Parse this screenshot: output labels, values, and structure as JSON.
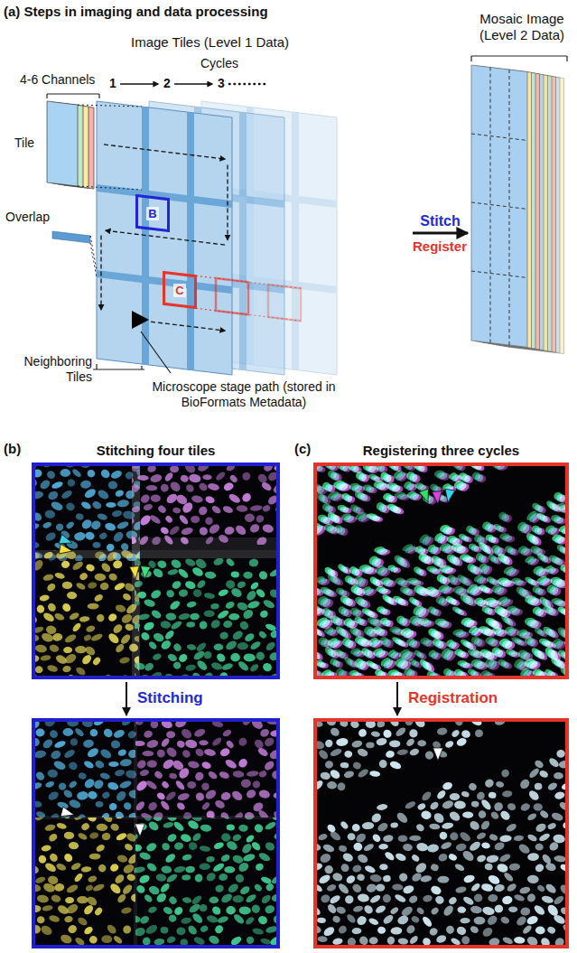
{
  "diagram": {
    "nodes": [
      {
        "text": [
          "Image Tiles (Level 1 Data)"
        ]
      },
      {
        "text": [
          "B"
        ],
        "in": 0
      },
      {
        "text": [
          "C"
        ],
        "in": 0
      },
      {
        "text": [
          "Mosaic Image (Level 2 Data)"
        ]
      },
      {
        "text": [
          "Stitching four tiles"
        ]
      },
      {
        "text": []
      },
      {
        "text": [
          "Registering three cycles"
        ]
      },
      {
        "text": []
      }
    ],
    "edges": [
      {
        "from": 0,
        "to": 3,
        "arrow": "to",
        "label": "Stitch"
      },
      {
        "from": 4,
        "to": 5,
        "arrow": "to",
        "label": "Stitching"
      },
      {
        "from": 6,
        "to": 7,
        "arrow": "to",
        "label": "Registration"
      }
    ],
    "labels": [
      "(a) Steps in imaging and data processing",
      "4-6 Channels",
      "Cycles",
      "1",
      "2",
      "3",
      "Tile",
      "Overlap",
      "Neighboring Tiles",
      "Microscope stage path (stored in BioFormats Metadata)",
      "Register",
      "(b)",
      "(c)"
    ]
  }
}
